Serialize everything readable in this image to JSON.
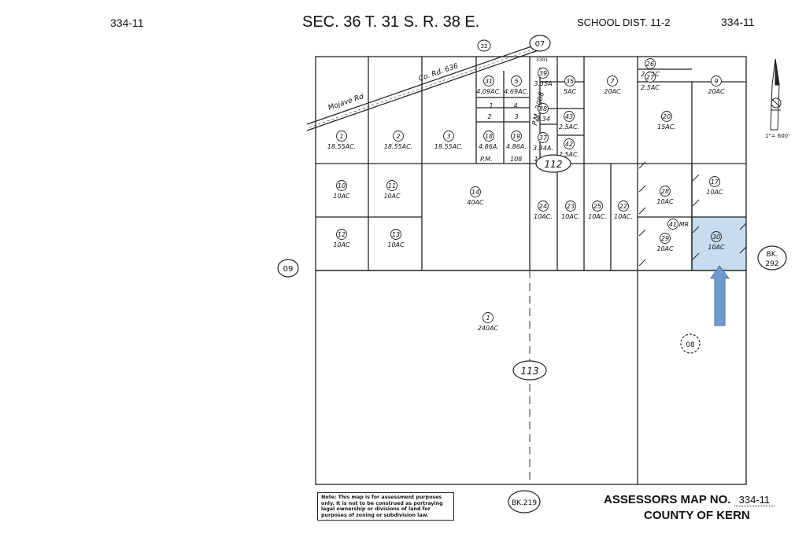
{
  "header": {
    "map_no_left": "334-11",
    "section_title": "SEC. 36  T. 31 S.  R. 38 E.",
    "school_dist": "SCHOOL DIST. 11-2",
    "map_no_right": "334-11"
  },
  "roads": {
    "mojave_rd": "Mojave Rd",
    "co_rd": "Co. Rd. 636"
  },
  "map_refs": {
    "top": "07",
    "left": "09",
    "right_bk_label": "BK.",
    "right_bk_num": "292",
    "bottom": "BK.219",
    "dashed": "08",
    "small_top": "32",
    "pm_3008": "P.M. 3008",
    "pm_label": "P.M.",
    "pm_108": "108",
    "block_112": "112",
    "block_113": "113",
    "note_3301": "3301"
  },
  "parcels": [
    {
      "id": "1",
      "area": "18.55AC."
    },
    {
      "id": "2",
      "area": "18.55AC."
    },
    {
      "id": "3",
      "area": "18.55AC."
    },
    {
      "id": "31",
      "area": "4.09AC."
    },
    {
      "id": "5",
      "area": "4.69AC."
    },
    {
      "id": "39",
      "area": "3.35A"
    },
    {
      "id": "35",
      "area": "5AC"
    },
    {
      "id": "7",
      "area": "20AC"
    },
    {
      "id": "26",
      "area": "2.5AC"
    },
    {
      "id": "27",
      "area": "2.5AC"
    },
    {
      "id": "9",
      "area": "20AC"
    },
    {
      "id": "38",
      "area": "3.34"
    },
    {
      "id": "43",
      "area": "2.5AC."
    },
    {
      "id": "42",
      "area": "2.5AC."
    },
    {
      "id": "37",
      "area": "3.34A."
    },
    {
      "id": "18",
      "area": "4.86A."
    },
    {
      "id": "19",
      "area": "4.86A."
    },
    {
      "id": "20",
      "area": "15AC."
    },
    {
      "id": "10",
      "area": "10AC"
    },
    {
      "id": "11",
      "area": "10AC"
    },
    {
      "id": "14",
      "area": "40AC"
    },
    {
      "id": "12",
      "area": "10AC"
    },
    {
      "id": "13",
      "area": "10AC"
    },
    {
      "id": "24",
      "area": "10AC."
    },
    {
      "id": "23",
      "area": "10AC."
    },
    {
      "id": "25",
      "area": "10AC."
    },
    {
      "id": "22",
      "area": "10AC."
    },
    {
      "id": "28",
      "area": "10AC"
    },
    {
      "id": "17",
      "area": "10AC"
    },
    {
      "id": "41",
      "area": "MR"
    },
    {
      "id": "29",
      "area": "10AC"
    },
    {
      "id": "30",
      "area": "10AC",
      "highlighted": true
    },
    {
      "id": "1",
      "area": "240AC"
    }
  ],
  "lot_numbers": [
    "1",
    "4",
    "2",
    "3",
    "1"
  ],
  "scale": "1\"= 600'",
  "highlight_color": "#c7dcef",
  "arrow_color": "#6f9ccf",
  "note": "Note: This map is for assessment purposes only. It is not to be construed as portraying legal ownership or divisions of land for purposes of zoning or subdivision law.",
  "footer": {
    "assessors_label": "ASSESSORS MAP NO.",
    "assessors_num": "334-11",
    "county": "COUNTY OF KERN"
  }
}
